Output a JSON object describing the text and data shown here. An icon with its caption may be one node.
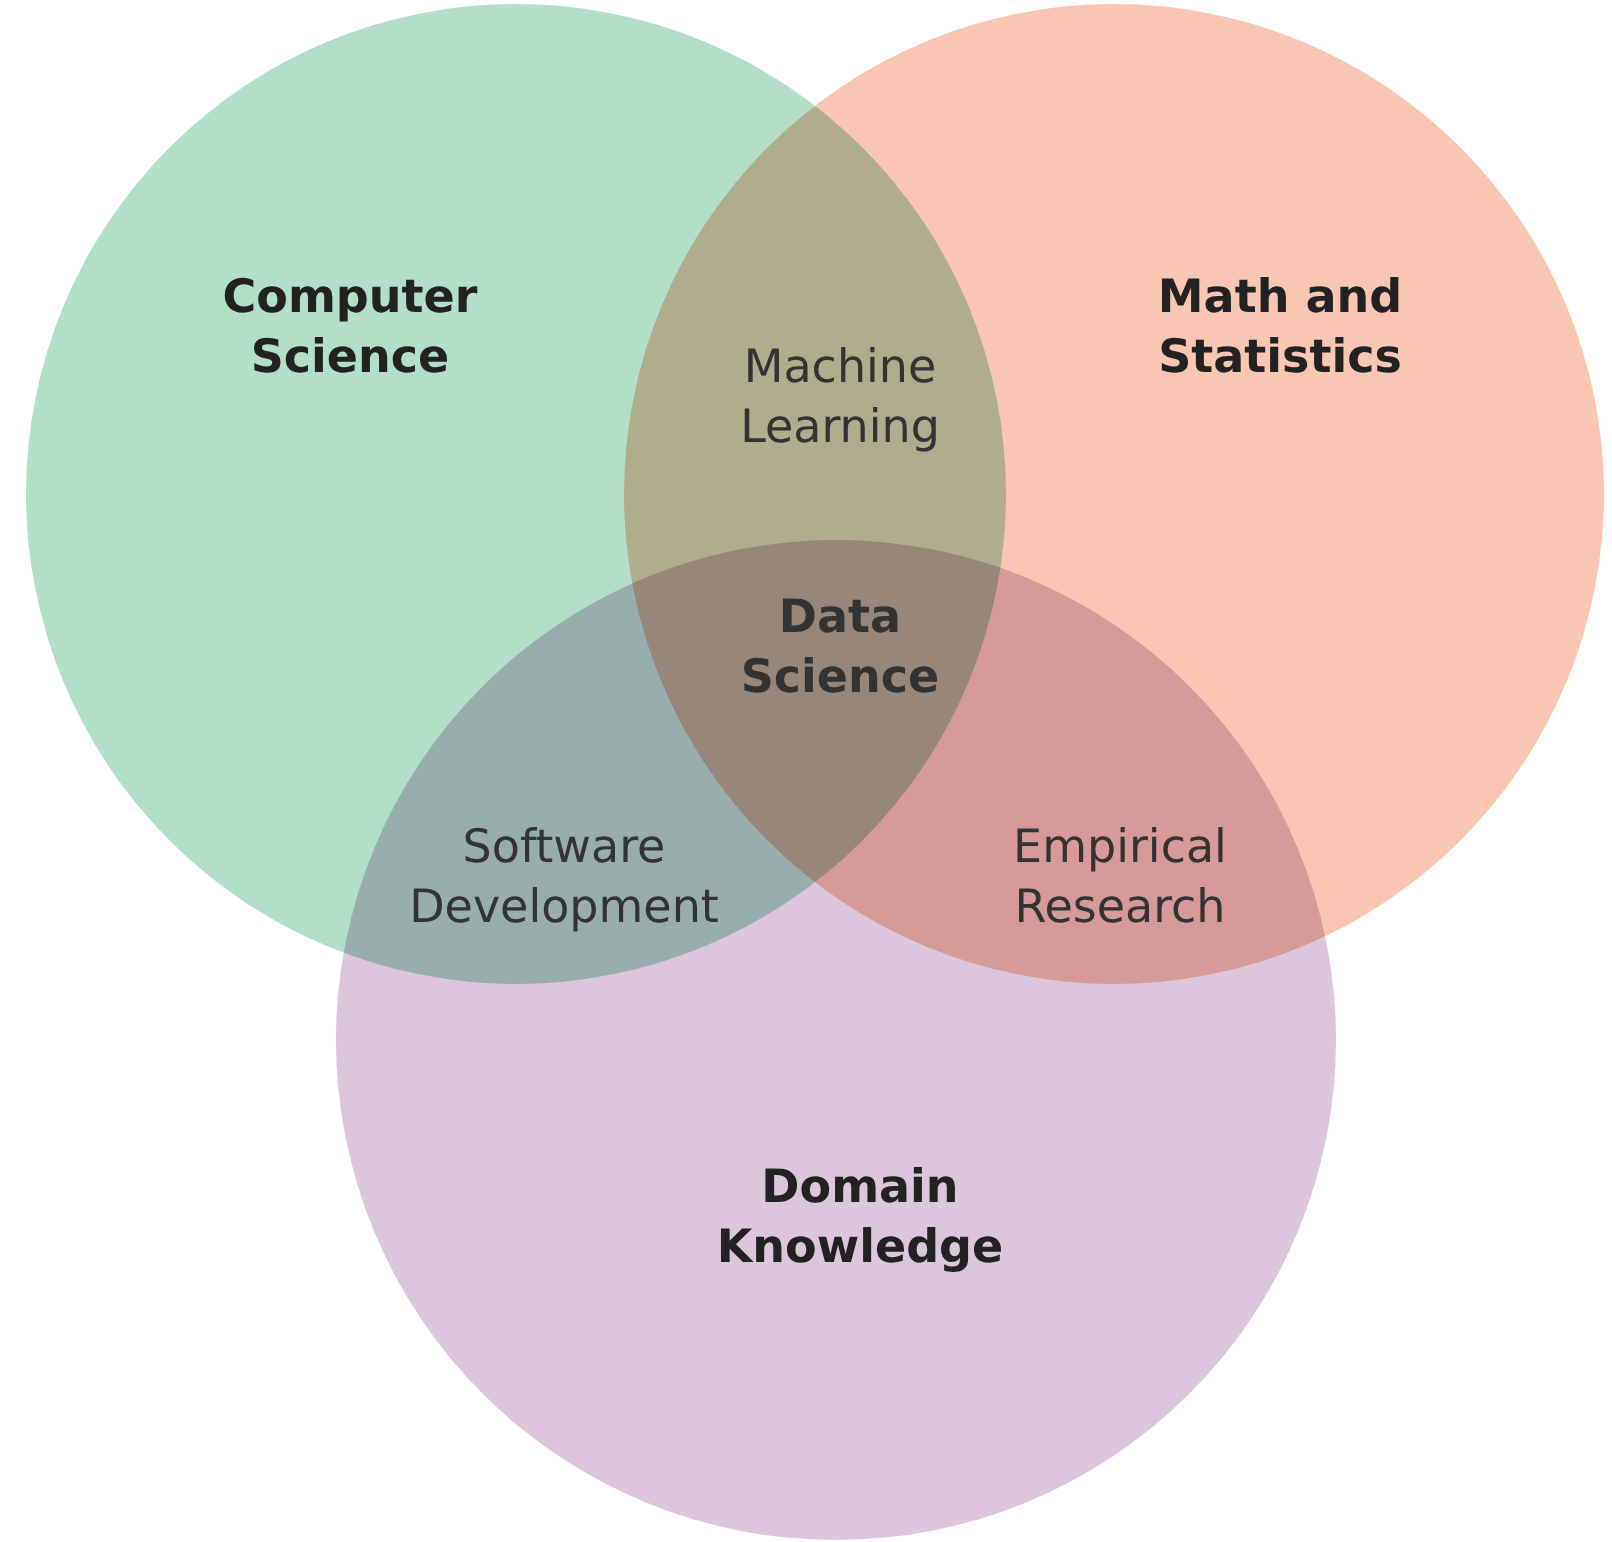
{
  "diagram": {
    "nodes": [
      {
        "text": [
          "Computer Science"
        ]
      },
      {
        "text": [
          "Math and Statistics"
        ]
      },
      {
        "text": [
          "Domain Knowledge"
        ]
      }
    ],
    "edges": [],
    "labels": [
      "Machine Learning",
      "Data Science",
      "Software Development",
      "Empirical Research"
    ]
  }
}
